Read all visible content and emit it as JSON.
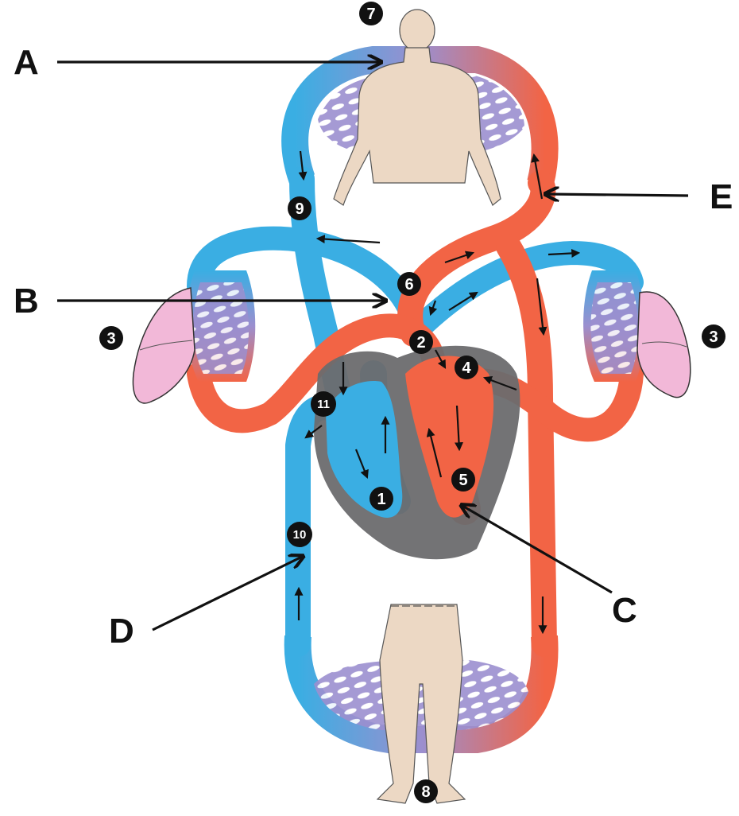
{
  "colors": {
    "oxygenated": "#f26445",
    "deoxygenated": "#3aaee3",
    "capillary": "#9b8fcf",
    "heart_wall": "#6b6b6e",
    "lung": "#f2b8d8",
    "skin": "#ecd8c4",
    "marker": "#111111"
  },
  "labels": {
    "A": "A",
    "B": "B",
    "C": "C",
    "D": "D",
    "E": "E"
  },
  "numbers": {
    "n1": "1",
    "n2": "2",
    "n3_left": "3",
    "n3_right": "3",
    "n4": "4",
    "n5": "5",
    "n6": "6",
    "n7": "7",
    "n8": "8",
    "n9": "9",
    "n10": "10",
    "n11": "11"
  },
  "icons": [
    "upper-body-figure",
    "lower-body-figure",
    "left-lung",
    "right-lung",
    "heart"
  ]
}
